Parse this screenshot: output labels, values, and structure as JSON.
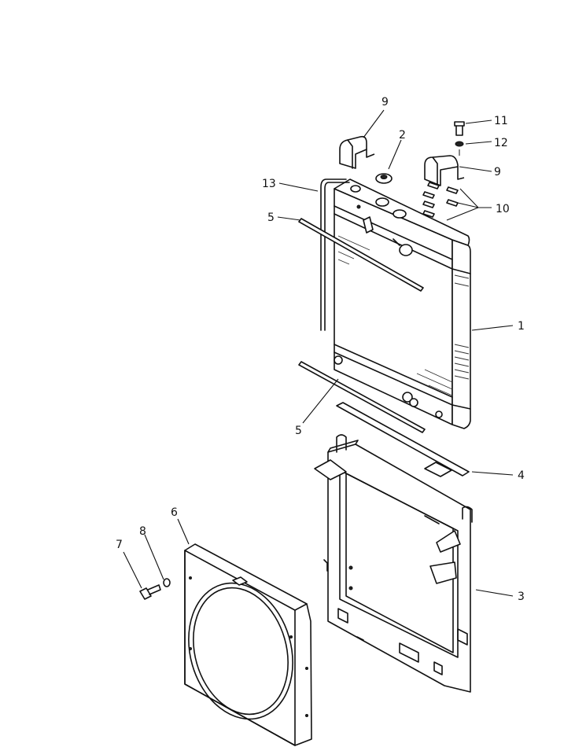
{
  "callouts": [
    {
      "id": "c9a",
      "label": "9"
    },
    {
      "id": "c2",
      "label": "2"
    },
    {
      "id": "c11",
      "label": "11"
    },
    {
      "id": "c12",
      "label": "12"
    },
    {
      "id": "c9b",
      "label": "9"
    },
    {
      "id": "c13",
      "label": "13"
    },
    {
      "id": "c10",
      "label": "10"
    },
    {
      "id": "c5a",
      "label": "5"
    },
    {
      "id": "c1",
      "label": "1"
    },
    {
      "id": "c5b",
      "label": "5"
    },
    {
      "id": "c4",
      "label": "4"
    },
    {
      "id": "c6",
      "label": "6"
    },
    {
      "id": "c8",
      "label": "8"
    },
    {
      "id": "c7",
      "label": "7"
    },
    {
      "id": "c3",
      "label": "3"
    }
  ]
}
